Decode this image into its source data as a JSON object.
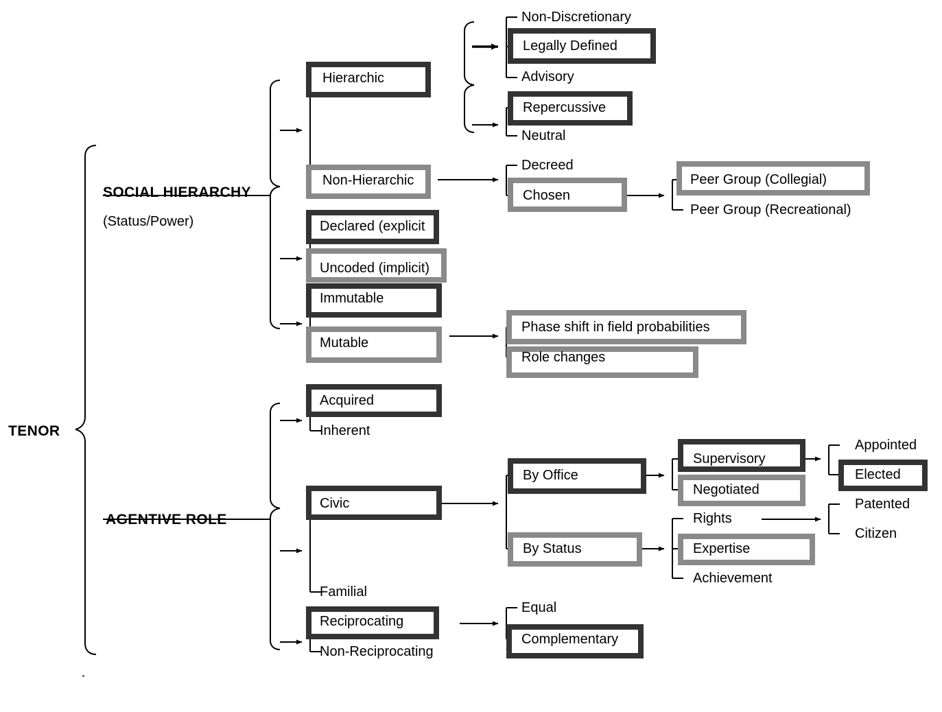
{
  "diagram": {
    "title": "TENOR",
    "root_label": "TENOR",
    "branches": [
      {
        "label": "SOCIAL HIERARCHY",
        "sublabel": "(Status/Power)"
      },
      {
        "label": "AGENTIVE ROLE",
        "sublabel": ""
      }
    ],
    "nodes": {
      "hierarchic": "Hierarchic",
      "non_hierarchic": "Non-Hierarchic",
      "non_discretionary": "Non-Discretionary",
      "legally_defined": "Legally Defined",
      "advisory": "Advisory",
      "repercussive": "Repercussive",
      "neutral": "Neutral",
      "decreed": "Decreed",
      "chosen": "Chosen",
      "peer_collegial": "Peer Group (Collegial)",
      "peer_recreational": "Peer Group (Recreational)",
      "declared": "Declared (explicit",
      "uncoded": "Uncoded (implicit)",
      "immutable": "Immutable",
      "mutable": "Mutable",
      "phase_shift": "Phase shift in field probabilities",
      "role_changes": "Role changes",
      "acquired": "Acquired",
      "inherent": "Inherent",
      "civic": "Civic",
      "familial": "Familial",
      "reciprocating": "Reciprocating",
      "non_reciprocating": "Non-Reciprocating",
      "by_office": "By Office",
      "by_status": "By Status",
      "supervisory": "Supervisory",
      "negotiated": "Negotiated",
      "rights": "Rights",
      "expertise": "Expertise",
      "achievement": "Achievement",
      "appointed": "Appointed",
      "elected": "Elected",
      "patented": "Patented",
      "citizen": "Citizen",
      "equal": "Equal",
      "complementary": "Complementary"
    },
    "colors": {
      "dark_border": "#333333",
      "gray_border": "#8a8a8a",
      "line": "#000000",
      "background": "#ffffff"
    }
  }
}
